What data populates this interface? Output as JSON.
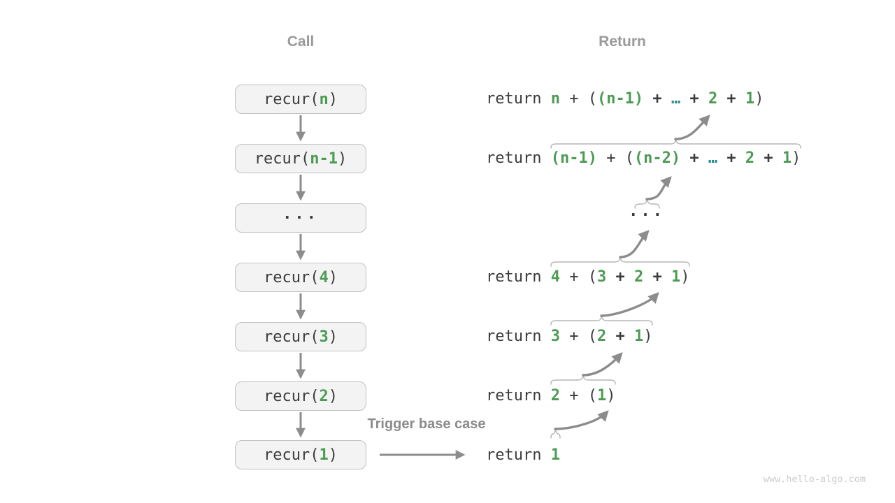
{
  "headers": {
    "call": "Call",
    "return": "Return"
  },
  "trigger_label": "Trigger base case",
  "watermark": "www.hello-algo.com",
  "colors": {
    "value_green": "#4c9b53",
    "ellipsis_teal": "#2a8f8f",
    "code_dark": "#3c3c3c",
    "arrow_gray": "#8c8c8c",
    "brace_gray": "#b5b5b5",
    "box_fill": "#f3f3f3",
    "box_border": "#c2c2c2",
    "header_gray": "#9a9a9a"
  },
  "call_stack": [
    {
      "name": "recur-n",
      "parts": [
        {
          "t": "recur(",
          "s": "m"
        },
        {
          "t": "n",
          "s": "g"
        },
        {
          "t": ")",
          "s": "m"
        }
      ]
    },
    {
      "name": "recur-n-1",
      "parts": [
        {
          "t": "recur(",
          "s": "m"
        },
        {
          "t": "n-1",
          "s": "g"
        },
        {
          "t": ")",
          "s": "m"
        }
      ]
    },
    {
      "name": "ellipsis",
      "parts": [
        {
          "t": "···",
          "s": "dots"
        }
      ]
    },
    {
      "name": "recur-4",
      "parts": [
        {
          "t": "recur(",
          "s": "m"
        },
        {
          "t": "4",
          "s": "g"
        },
        {
          "t": ")",
          "s": "m"
        }
      ]
    },
    {
      "name": "recur-3",
      "parts": [
        {
          "t": "recur(",
          "s": "m"
        },
        {
          "t": "3",
          "s": "g"
        },
        {
          "t": ")",
          "s": "m"
        }
      ]
    },
    {
      "name": "recur-2",
      "parts": [
        {
          "t": "recur(",
          "s": "m"
        },
        {
          "t": "2",
          "s": "g"
        },
        {
          "t": ")",
          "s": "m"
        }
      ]
    },
    {
      "name": "recur-1",
      "parts": [
        {
          "t": "recur(",
          "s": "m"
        },
        {
          "t": "1",
          "s": "g"
        },
        {
          "t": ")",
          "s": "m"
        }
      ]
    }
  ],
  "returns": [
    {
      "name": "return-n",
      "segs": [
        {
          "t": "return ",
          "s": "m"
        },
        {
          "t": "n",
          "s": "g"
        },
        {
          "t": " + (",
          "s": "m"
        },
        {
          "t": "(n-1)",
          "s": "g"
        },
        {
          "t": " + ",
          "s": "o"
        },
        {
          "t": "…",
          "s": "t"
        },
        {
          "t": " + ",
          "s": "o"
        },
        {
          "t": "2",
          "s": "g"
        },
        {
          "t": " + ",
          "s": "o"
        },
        {
          "t": "1",
          "s": "g"
        },
        {
          "t": ")",
          "s": "m"
        }
      ]
    },
    {
      "name": "return-n-1",
      "segs": [
        {
          "t": "return ",
          "s": "m"
        },
        {
          "t": "(n-1)",
          "s": "g"
        },
        {
          "t": " + (",
          "s": "m"
        },
        {
          "t": "(n-2)",
          "s": "g"
        },
        {
          "t": " + ",
          "s": "o"
        },
        {
          "t": "…",
          "s": "t"
        },
        {
          "t": " + ",
          "s": "o"
        },
        {
          "t": "2",
          "s": "g"
        },
        {
          "t": " + ",
          "s": "o"
        },
        {
          "t": "1",
          "s": "g"
        },
        {
          "t": ")",
          "s": "m"
        }
      ]
    },
    {
      "name": "ellipsis",
      "segs": [
        {
          "t": "···",
          "s": "dots"
        }
      ]
    },
    {
      "name": "return-4",
      "segs": [
        {
          "t": "return ",
          "s": "m"
        },
        {
          "t": "4",
          "s": "g"
        },
        {
          "t": " + (",
          "s": "m"
        },
        {
          "t": "3",
          "s": "g"
        },
        {
          "t": " + ",
          "s": "o"
        },
        {
          "t": "2",
          "s": "g"
        },
        {
          "t": " + ",
          "s": "o"
        },
        {
          "t": "1",
          "s": "g"
        },
        {
          "t": ")",
          "s": "m"
        }
      ]
    },
    {
      "name": "return-3",
      "segs": [
        {
          "t": "return ",
          "s": "m"
        },
        {
          "t": "3",
          "s": "g"
        },
        {
          "t": " + (",
          "s": "m"
        },
        {
          "t": "2",
          "s": "g"
        },
        {
          "t": " + ",
          "s": "o"
        },
        {
          "t": "1",
          "s": "g"
        },
        {
          "t": ")",
          "s": "m"
        }
      ]
    },
    {
      "name": "return-2",
      "segs": [
        {
          "t": "return ",
          "s": "m"
        },
        {
          "t": "2",
          "s": "g"
        },
        {
          "t": " + (",
          "s": "m"
        },
        {
          "t": "1",
          "s": "g"
        },
        {
          "t": ")",
          "s": "m"
        }
      ]
    },
    {
      "name": "return-1",
      "segs": [
        {
          "t": "return ",
          "s": "m"
        },
        {
          "t": "1",
          "s": "g"
        }
      ]
    }
  ]
}
